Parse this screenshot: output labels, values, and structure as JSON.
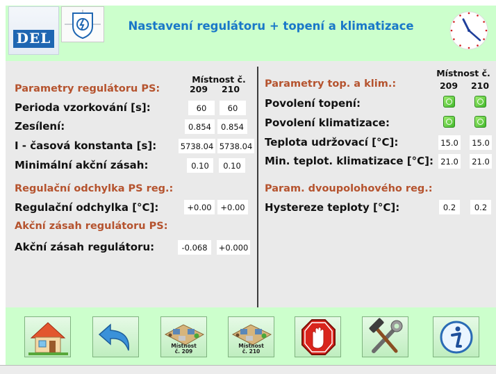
{
  "header": {
    "title": "Nastavení regulátoru + topení a klimatizace",
    "logo_text": "DEL"
  },
  "left": {
    "section1": "Parametry regulátoru PS:",
    "room_header": "Místnost č.",
    "col1": "209",
    "col2": "210",
    "rows": [
      {
        "label": "Perioda vzorkování [s]:",
        "v1": "60",
        "v2": "60"
      },
      {
        "label": "Zesílení:",
        "v1": "0.854",
        "v2": "0.854"
      },
      {
        "label": "I - časová konstanta [s]:",
        "v1": "5738.04",
        "v2": "5738.04"
      },
      {
        "label": "Minimální akční zásah:",
        "v1": "0.10",
        "v2": "0.10"
      }
    ],
    "section2": "Regulační odchylka PS reg.:",
    "dev_row": {
      "label": "Regulační odchylka [°C]:",
      "v1": "+0.00",
      "v2": "+0.00"
    },
    "section3": "Akční zásah regulátoru PS:",
    "act_row": {
      "label": "Akční zásah regulátoru:",
      "v1": "-0.068",
      "v2": "+0.000"
    }
  },
  "right": {
    "section1": "Parametry top. a klim.:",
    "room_header": "Místnost č.",
    "col1": "209",
    "col2": "210",
    "toggles": [
      {
        "label": "Povolení topení:",
        "state209": "on",
        "state210": "on"
      },
      {
        "label": "Povolení klimatizace:",
        "state209": "on",
        "state210": "on"
      }
    ],
    "rows": [
      {
        "label": "Teplota udržovací [°C]:",
        "v1": "15.0",
        "v2": "15.0"
      },
      {
        "label": "Min. teplot. klimatizace [°C]:",
        "v1": "21.0",
        "v2": "21.0"
      }
    ],
    "section2": "Param. dvoupolohového reg.:",
    "hyst_row": {
      "label": "Hystereze teploty [°C]:",
      "v1": "0.2",
      "v2": "0.2"
    }
  },
  "toolbar": {
    "room209_line1": "Místnost",
    "room209_line2": "č. 209",
    "room210_line1": "Místnost",
    "room210_line2": "č. 210",
    "icons": [
      "home-icon",
      "back-arrow-icon",
      "room-209-icon",
      "room-210-icon",
      "stop-hand-icon",
      "tools-icon",
      "info-icon"
    ]
  },
  "colors": {
    "header_bg": "#ccffcc",
    "title": "#1a78c8",
    "section": "#b5532e",
    "panel_bg": "#eaeaea",
    "led_on": "#42b92b"
  }
}
